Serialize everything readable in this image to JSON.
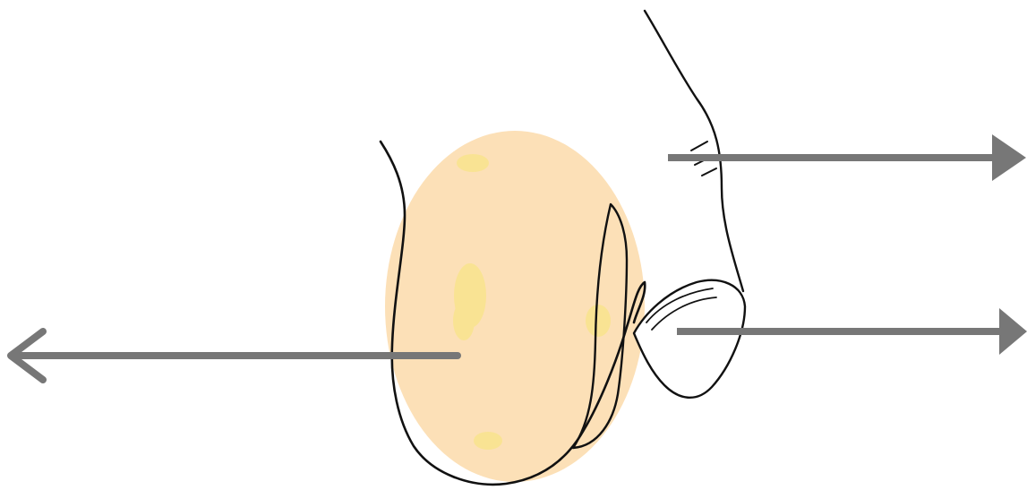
{
  "diagram": {
    "type": "anatomical-illustration",
    "labels": [],
    "colors": {
      "background": "#ffffff",
      "highlight_fill": "#fce0b7",
      "highlight_spots": "#f8e487",
      "outline": "#111111",
      "arrow": "#777777"
    },
    "arrows": [
      {
        "name": "arrow-left",
        "direction": "left"
      },
      {
        "name": "arrow-right-upper",
        "direction": "right"
      },
      {
        "name": "arrow-right-lower",
        "direction": "right"
      }
    ]
  }
}
